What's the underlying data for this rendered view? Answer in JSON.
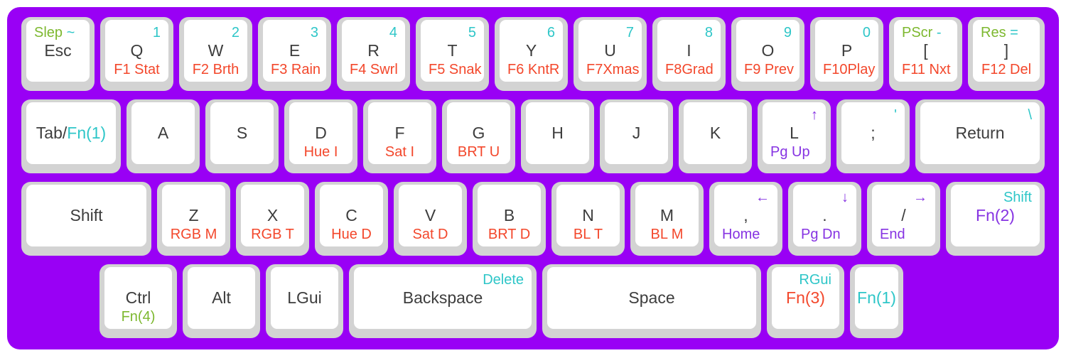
{
  "colors": {
    "board": "#9900f5",
    "key_base": "#d3d3d3",
    "key_top": "#ffffff",
    "legend_black": "#3d3d3d",
    "legend_cyan": "#2ec6c8",
    "legend_red": "#f3472b",
    "legend_purple": "#8633e2",
    "legend_green": "#7db82f"
  },
  "keyboard": {
    "rows": [
      {
        "keys": [
          {
            "id": "esc",
            "w": 1,
            "tl": [
              {
                "t": "Slep ",
                "c": "green"
              },
              {
                "t": "~",
                "c": "cyan"
              }
            ],
            "mid": [
              {
                "t": "Esc",
                "c": "black"
              }
            ]
          },
          {
            "id": "q",
            "w": 1,
            "tr": [
              {
                "t": "1",
                "c": "cyan"
              }
            ],
            "mid": [
              {
                "t": "Q",
                "c": "black"
              }
            ],
            "bot": [
              {
                "t": "F1 Stat",
                "c": "red"
              }
            ]
          },
          {
            "id": "w",
            "w": 1,
            "tr": [
              {
                "t": "2",
                "c": "cyan"
              }
            ],
            "mid": [
              {
                "t": "W",
                "c": "black"
              }
            ],
            "bot": [
              {
                "t": "F2 Brth",
                "c": "red"
              }
            ]
          },
          {
            "id": "e",
            "w": 1,
            "tr": [
              {
                "t": "3",
                "c": "cyan"
              }
            ],
            "mid": [
              {
                "t": "E",
                "c": "black"
              }
            ],
            "bot": [
              {
                "t": "F3 Rain",
                "c": "red"
              }
            ]
          },
          {
            "id": "r",
            "w": 1,
            "tr": [
              {
                "t": "4",
                "c": "cyan"
              }
            ],
            "mid": [
              {
                "t": "R",
                "c": "black"
              }
            ],
            "bot": [
              {
                "t": "F4 Swrl",
                "c": "red"
              }
            ]
          },
          {
            "id": "t",
            "w": 1,
            "tr": [
              {
                "t": "5",
                "c": "cyan"
              }
            ],
            "mid": [
              {
                "t": "T",
                "c": "black"
              }
            ],
            "bot": [
              {
                "t": "F5 Snak",
                "c": "red"
              }
            ]
          },
          {
            "id": "y",
            "w": 1,
            "tr": [
              {
                "t": "6",
                "c": "cyan"
              }
            ],
            "mid": [
              {
                "t": "Y",
                "c": "black"
              }
            ],
            "bot": [
              {
                "t": "F6 KntR",
                "c": "red"
              }
            ]
          },
          {
            "id": "u",
            "w": 1,
            "tr": [
              {
                "t": "7",
                "c": "cyan"
              }
            ],
            "mid": [
              {
                "t": "U",
                "c": "black"
              }
            ],
            "bot": [
              {
                "t": "F7Xmas",
                "c": "red"
              }
            ]
          },
          {
            "id": "i",
            "w": 1,
            "tr": [
              {
                "t": "8",
                "c": "cyan"
              }
            ],
            "mid": [
              {
                "t": "I",
                "c": "black"
              }
            ],
            "bot": [
              {
                "t": "F8Grad",
                "c": "red"
              }
            ]
          },
          {
            "id": "o",
            "w": 1,
            "tr": [
              {
                "t": "9",
                "c": "cyan"
              }
            ],
            "mid": [
              {
                "t": "O",
                "c": "black"
              }
            ],
            "bot": [
              {
                "t": "F9 Prev",
                "c": "red"
              }
            ]
          },
          {
            "id": "p",
            "w": 1,
            "tr": [
              {
                "t": "0",
                "c": "cyan"
              }
            ],
            "mid": [
              {
                "t": "P",
                "c": "black"
              }
            ],
            "bot": [
              {
                "t": "F10Play",
                "c": "red"
              }
            ]
          },
          {
            "id": "lbracket",
            "w": 1,
            "tl": [
              {
                "t": "PScr ",
                "c": "green"
              },
              {
                "t": "-",
                "c": "cyan"
              }
            ],
            "mid": [
              {
                "t": "[",
                "c": "black"
              }
            ],
            "bot": [
              {
                "t": "F11 Nxt",
                "c": "red"
              }
            ]
          },
          {
            "id": "rbracket",
            "w": 1,
            "fill": true,
            "tl": [
              {
                "t": "Res ",
                "c": "green"
              },
              {
                "t": "=",
                "c": "cyan"
              }
            ],
            "mid": [
              {
                "t": "]",
                "c": "black"
              }
            ],
            "bot": [
              {
                "t": "F12 Del",
                "c": "red"
              }
            ]
          }
        ]
      },
      {
        "keys": [
          {
            "id": "tab",
            "w": 1.33,
            "mid": [
              {
                "t": "Tab/",
                "c": "black"
              },
              {
                "t": "Fn(1)",
                "c": "cyan"
              }
            ]
          },
          {
            "id": "a",
            "w": 1,
            "mid": [
              {
                "t": "A",
                "c": "black"
              }
            ]
          },
          {
            "id": "s",
            "w": 1,
            "mid": [
              {
                "t": "S",
                "c": "black"
              }
            ]
          },
          {
            "id": "d",
            "w": 1,
            "mid": [
              {
                "t": "D",
                "c": "black"
              }
            ],
            "bot": [
              {
                "t": "Hue I",
                "c": "red"
              }
            ]
          },
          {
            "id": "f",
            "w": 1,
            "mid": [
              {
                "t": "F",
                "c": "black"
              }
            ],
            "bot": [
              {
                "t": "Sat I",
                "c": "red"
              }
            ]
          },
          {
            "id": "g",
            "w": 1,
            "mid": [
              {
                "t": "G",
                "c": "black"
              }
            ],
            "bot": [
              {
                "t": "BRT U",
                "c": "red"
              }
            ]
          },
          {
            "id": "h",
            "w": 1,
            "mid": [
              {
                "t": "H",
                "c": "black"
              }
            ]
          },
          {
            "id": "j",
            "w": 1,
            "mid": [
              {
                "t": "J",
                "c": "black"
              }
            ]
          },
          {
            "id": "k",
            "w": 1,
            "mid": [
              {
                "t": "K",
                "c": "black"
              }
            ]
          },
          {
            "id": "l",
            "w": 1,
            "tr": [
              {
                "t": "↑",
                "c": "purple"
              }
            ],
            "mid": [
              {
                "t": "L",
                "c": "black"
              }
            ],
            "bot_align": "left",
            "bot": [
              {
                "t": "Pg Up",
                "c": "purple"
              }
            ]
          },
          {
            "id": "semicolon",
            "w": 1,
            "tr": [
              {
                "t": "'",
                "c": "cyan"
              }
            ],
            "mid": [
              {
                "t": ";",
                "c": "black"
              }
            ]
          },
          {
            "id": "return",
            "w": 1.65,
            "fill": true,
            "tr": [
              {
                "t": "\\",
                "c": "cyan"
              }
            ],
            "mid": [
              {
                "t": "Return",
                "c": "black"
              }
            ]
          }
        ]
      },
      {
        "keys": [
          {
            "id": "lshift",
            "w": 1.72,
            "mid": [
              {
                "t": "Shift",
                "c": "black"
              }
            ]
          },
          {
            "id": "z",
            "w": 1,
            "mid": [
              {
                "t": "Z",
                "c": "black"
              }
            ],
            "bot": [
              {
                "t": "RGB M",
                "c": "red"
              }
            ]
          },
          {
            "id": "x",
            "w": 1,
            "mid": [
              {
                "t": "X",
                "c": "black"
              }
            ],
            "bot": [
              {
                "t": "RGB T",
                "c": "red"
              }
            ]
          },
          {
            "id": "c",
            "w": 1,
            "mid": [
              {
                "t": "C",
                "c": "black"
              }
            ],
            "bot": [
              {
                "t": "Hue D",
                "c": "red"
              }
            ]
          },
          {
            "id": "v",
            "w": 1,
            "mid": [
              {
                "t": "V",
                "c": "black"
              }
            ],
            "bot": [
              {
                "t": "Sat D",
                "c": "red"
              }
            ]
          },
          {
            "id": "b",
            "w": 1,
            "mid": [
              {
                "t": "B",
                "c": "black"
              }
            ],
            "bot": [
              {
                "t": "BRT D",
                "c": "red"
              }
            ]
          },
          {
            "id": "n",
            "w": 1,
            "mid": [
              {
                "t": "N",
                "c": "black"
              }
            ],
            "bot": [
              {
                "t": "BL T",
                "c": "red"
              }
            ]
          },
          {
            "id": "m",
            "w": 1,
            "mid": [
              {
                "t": "M",
                "c": "black"
              }
            ],
            "bot": [
              {
                "t": "BL M",
                "c": "red"
              }
            ]
          },
          {
            "id": "comma",
            "w": 1,
            "tr": [
              {
                "t": "←",
                "c": "purple"
              }
            ],
            "mid": [
              {
                "t": ",",
                "c": "black"
              }
            ],
            "bot_align": "left",
            "bot": [
              {
                "t": "Home",
                "c": "purple"
              }
            ]
          },
          {
            "id": "period",
            "w": 1,
            "tr": [
              {
                "t": "↓",
                "c": "purple"
              }
            ],
            "mid": [
              {
                "t": ".",
                "c": "black"
              }
            ],
            "bot_align": "left",
            "bot": [
              {
                "t": "Pg Dn",
                "c": "purple"
              }
            ]
          },
          {
            "id": "slash",
            "w": 1,
            "tr": [
              {
                "t": "→",
                "c": "purple"
              }
            ],
            "mid": [
              {
                "t": "/",
                "c": "black"
              }
            ],
            "bot_align": "left",
            "bot": [
              {
                "t": "End",
                "c": "purple"
              }
            ]
          },
          {
            "id": "rshift",
            "w": 1.28,
            "fill": true,
            "tr": [
              {
                "t": "Shift",
                "c": "cyan"
              }
            ],
            "mid": [
              {
                "t": "Fn(2)",
                "c": "purple"
              }
            ]
          }
        ]
      },
      {
        "offset": 110,
        "keys": [
          {
            "id": "ctrl",
            "w": 1.05,
            "mid": [
              {
                "t": "Ctrl",
                "c": "black"
              }
            ],
            "bot": [
              {
                "t": "Fn(4)",
                "c": "green"
              }
            ]
          },
          {
            "id": "alt",
            "w": 1.05,
            "mid": [
              {
                "t": "Alt",
                "c": "black"
              }
            ]
          },
          {
            "id": "lgui",
            "w": 1.05,
            "mid": [
              {
                "t": "LGui",
                "c": "black"
              }
            ]
          },
          {
            "id": "backspace",
            "w": 2.45,
            "tr": [
              {
                "t": "Delete",
                "c": "cyan"
              }
            ],
            "mid": [
              {
                "t": "Backspace",
                "c": "black"
              }
            ]
          },
          {
            "id": "space",
            "w": 2.85,
            "mid": [
              {
                "t": "Space",
                "c": "black"
              }
            ]
          },
          {
            "id": "fn3",
            "w": 1.05,
            "tr": [
              {
                "t": "RGui",
                "c": "cyan"
              }
            ],
            "mid": [
              {
                "t": "Fn(3)",
                "c": "red"
              }
            ]
          },
          {
            "id": "fn1",
            "w": 0.75,
            "mid": [
              {
                "t": "Fn(1)",
                "c": "cyan"
              }
            ]
          }
        ]
      }
    ]
  }
}
